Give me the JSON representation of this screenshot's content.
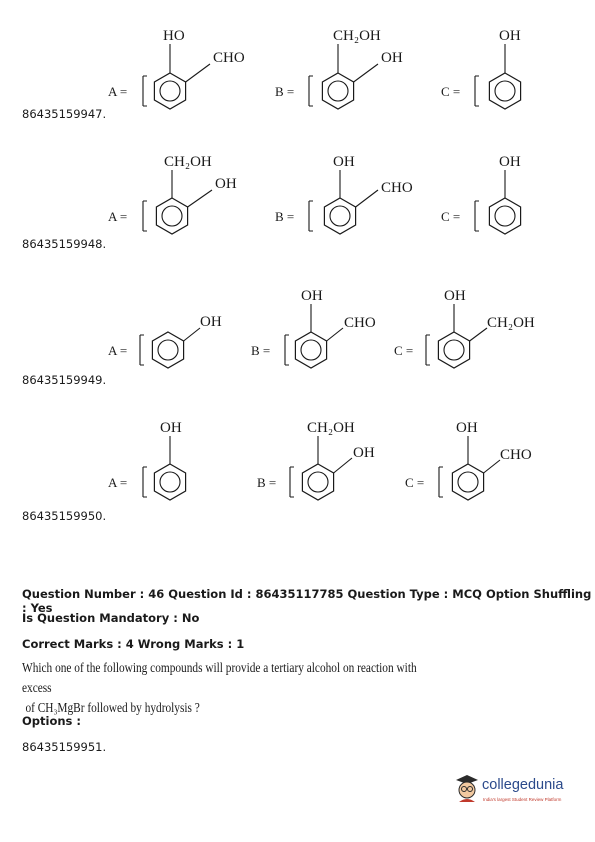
{
  "options": [
    {
      "id": "86435159947.",
      "A": {
        "sub1": "HO",
        "sub2": "CHO"
      },
      "B": {
        "sub1": "CH₂OH",
        "sub2": "OH"
      },
      "C": {
        "sub1": "OH"
      }
    },
    {
      "id": "86435159948.",
      "A": {
        "sub1": "CH₂OH",
        "sub2": "OH"
      },
      "B": {
        "sub1": "OH",
        "sub2": "CHO"
      },
      "C": {
        "sub1": "OH"
      }
    },
    {
      "id": "86435159949.",
      "A": {
        "sub1": "OH"
      },
      "B": {
        "sub1": "OH",
        "sub2": "CHO"
      },
      "C": {
        "sub1": "OH",
        "sub2": "CH₂OH"
      }
    },
    {
      "id": "86435159950.",
      "A": {
        "sub1": "OH"
      },
      "B": {
        "sub1": "CH₂OH",
        "sub2": "OH"
      },
      "C": {
        "sub1": "OH",
        "sub2": "CHO"
      }
    }
  ],
  "labels": {
    "A": "A =",
    "B": "B =",
    "C": "C ="
  },
  "question": {
    "line1": "Question Number : 46 Question Id : 86435117785 Question Type : MCQ Option Shuffling : Yes",
    "line2": "Is Question Mandatory : No",
    "marks": "Correct Marks : 4 Wrong Marks : 1",
    "text_line1": "Which one of the following compounds will provide a tertiary alcohol on reaction with excess",
    "text_line2": "of CH₃MgBr followed by hydrolysis ?",
    "options_label": "Options :",
    "first_option_id": "86435159951."
  },
  "logo": {
    "name": "collegedunia",
    "tagline": "India's largest Student Review Platform"
  }
}
